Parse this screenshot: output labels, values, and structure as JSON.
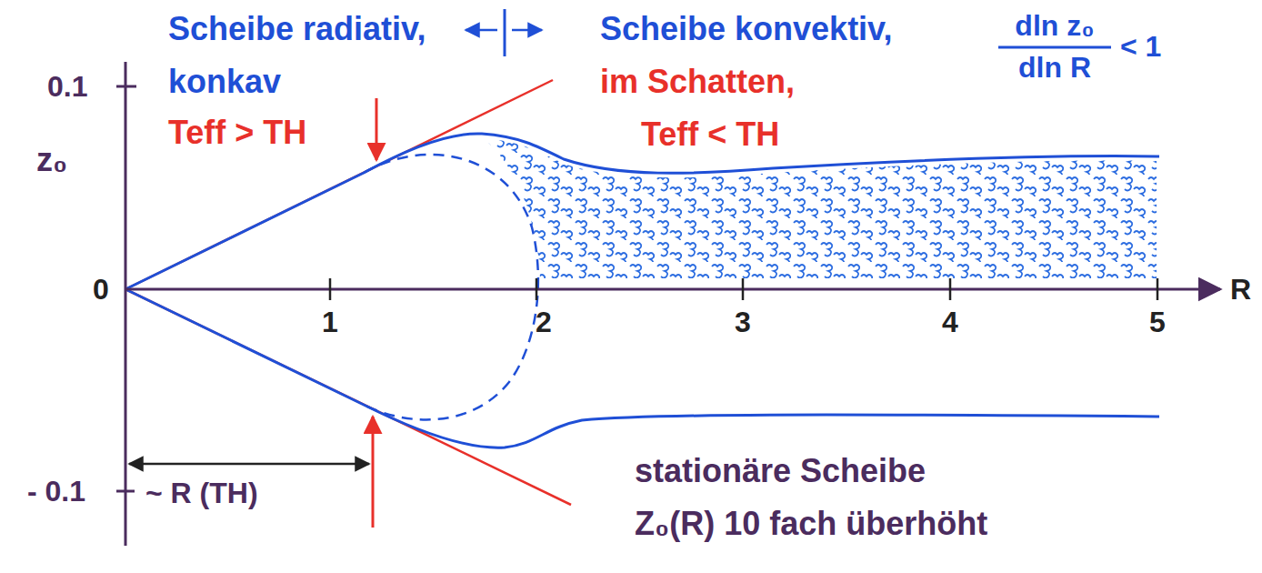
{
  "diagram": {
    "labels": [
      "Scheibe radiativ,",
      "konkav",
      "Teff > TH",
      "Scheibe konvektiv,",
      "dln z₀",
      "dln R",
      "< 1",
      "im Schatten,",
      "Teff < TH",
      "z₀",
      "0.1",
      "0",
      "- 0.1",
      "1",
      "2",
      "3",
      "4",
      "5",
      "R",
      "~ R (TH)",
      "stationäre Scheibe",
      "Z₀(R) 10 fach überhöht"
    ]
  }
}
